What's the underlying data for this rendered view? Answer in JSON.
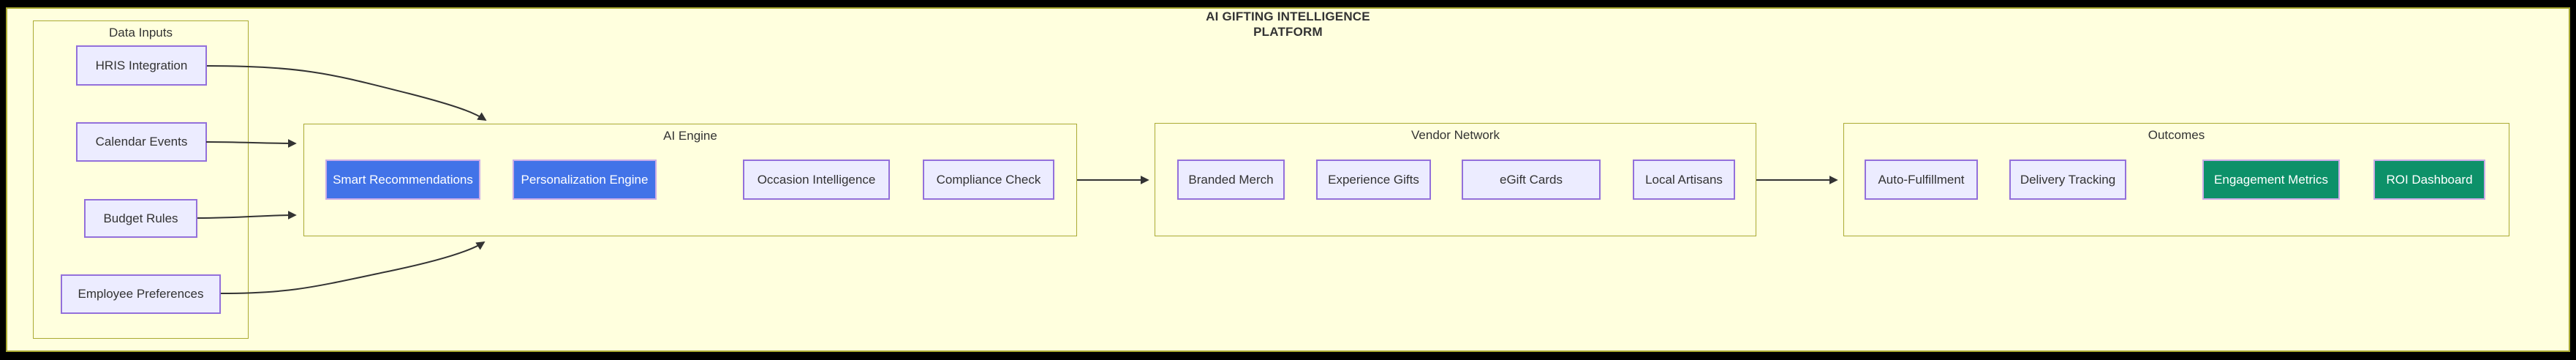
{
  "diagram": {
    "title_line1": "AI GIFTING INTELLIGENCE",
    "title_line2": "PLATFORM"
  },
  "groups": [
    {
      "label": "Data Inputs",
      "nodes": [
        {
          "label": "HRIS Integration"
        },
        {
          "label": "Calendar Events"
        },
        {
          "label": "Budget Rules"
        },
        {
          "label": "Employee Preferences"
        }
      ]
    },
    {
      "label": "AI Engine",
      "nodes": [
        {
          "label": "Smart Recommendations"
        },
        {
          "label": "Personalization Engine"
        },
        {
          "label": "Occasion Intelligence"
        },
        {
          "label": "Compliance Check"
        }
      ]
    },
    {
      "label": "Vendor Network",
      "nodes": [
        {
          "label": "Branded Merch"
        },
        {
          "label": "Experience Gifts"
        },
        {
          "label": "eGift Cards"
        },
        {
          "label": "Local Artisans"
        }
      ]
    },
    {
      "label": "Outcomes",
      "nodes": [
        {
          "label": "Auto-Fulfillment"
        },
        {
          "label": "Delivery Tracking"
        },
        {
          "label": "Engagement Metrics"
        },
        {
          "label": "ROI Dashboard"
        }
      ]
    }
  ],
  "colors": {
    "page-bg": "#000000",
    "canvas-bg": "#ffffde",
    "frame-border": "#aaaa33",
    "node-fill": "#ececff",
    "node-border": "#9370db",
    "accent-blue": "#4273e8",
    "accent-green": "#0d9169",
    "accent-border": "#c9abe8",
    "edge-color": "#333333",
    "text-dark": "#333333",
    "text-light": "#ffffff"
  }
}
